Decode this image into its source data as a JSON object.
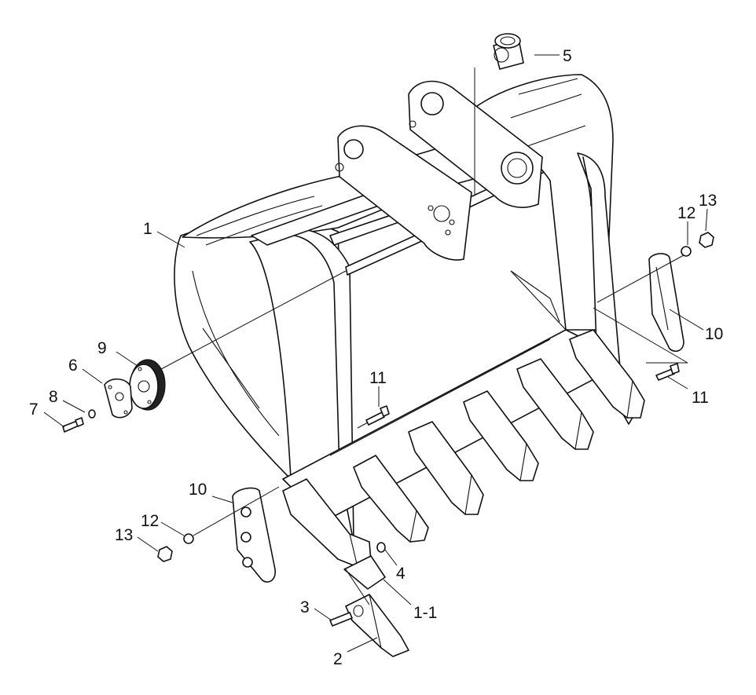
{
  "callouts": {
    "c1": "1",
    "c1_1": "1-1",
    "c2": "2",
    "c3": "3",
    "c4": "4",
    "c5": "5",
    "c6": "6",
    "c7": "7",
    "c8": "8",
    "c9": "9",
    "c10_left": "10",
    "c10_right": "10",
    "c11_center": "11",
    "c11_right": "11",
    "c12_left": "12",
    "c12_right": "12",
    "c13_left": "13",
    "c13_right": "13"
  },
  "colors": {
    "line": "#111111",
    "background": "#ffffff"
  }
}
